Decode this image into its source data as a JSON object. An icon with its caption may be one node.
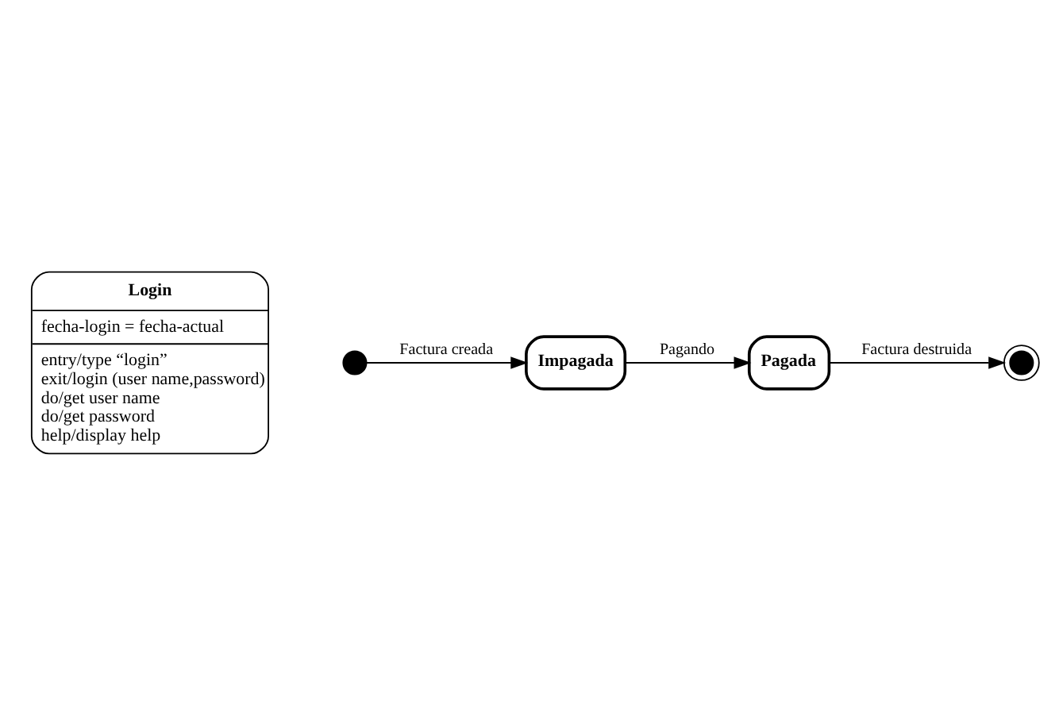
{
  "diagram": {
    "nodes": [
      {
        "text": [
          "Login",
          "fecha-login = fecha-actual",
          "entry/type “login”",
          "exit/login (user name,password)",
          "do/get user name",
          "do/get password",
          "help/display help"
        ]
      },
      {
        "text": [],
        "shape": "circle"
      },
      {
        "text": [
          "Impagada"
        ]
      },
      {
        "text": [
          "Pagada"
        ]
      },
      {
        "text": [],
        "shape": "circle"
      }
    ],
    "edges": [
      {
        "from": 1,
        "to": 2,
        "arrow": "to",
        "label": "Factura creada"
      },
      {
        "from": 2,
        "to": 3,
        "arrow": "to",
        "label": "Pagando"
      },
      {
        "from": 3,
        "to": 4,
        "arrow": "to",
        "label": "Factura destruida"
      }
    ]
  }
}
